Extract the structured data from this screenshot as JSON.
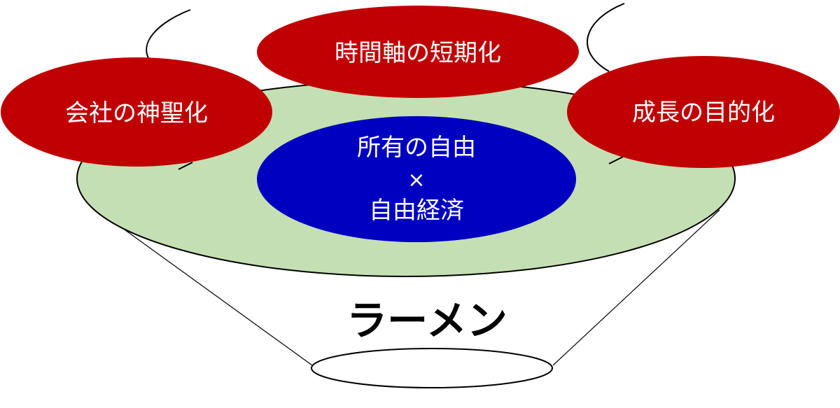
{
  "colors": {
    "red": "#c00000",
    "blue": "#0000c0",
    "green": "#c5dfb4"
  },
  "bowl": {
    "label": "ラーメン"
  },
  "center": {
    "line1": "所有の自由",
    "line2": "×",
    "line3": "自由経済"
  },
  "top": {
    "label": "時間軸の短期化"
  },
  "left": {
    "label": "会社の神聖化"
  },
  "right": {
    "label": "成長の目的化"
  }
}
